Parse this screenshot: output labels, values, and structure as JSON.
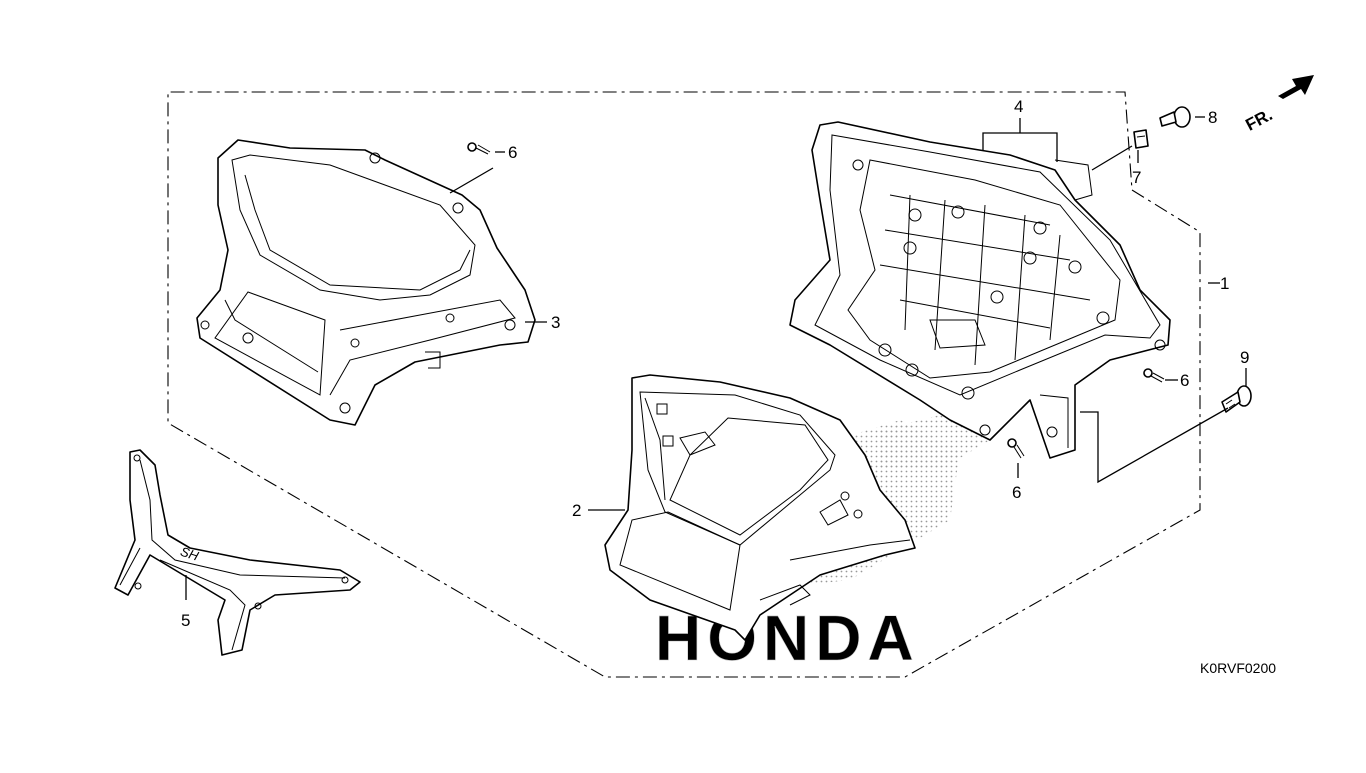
{
  "diagram_code": "K0RVF0200",
  "direction_label": "FR.",
  "watermark": "HONDA",
  "callouts": [
    "1",
    "2",
    "3",
    "4",
    "5",
    "6",
    "6",
    "6",
    "7",
    "8",
    "9"
  ]
}
